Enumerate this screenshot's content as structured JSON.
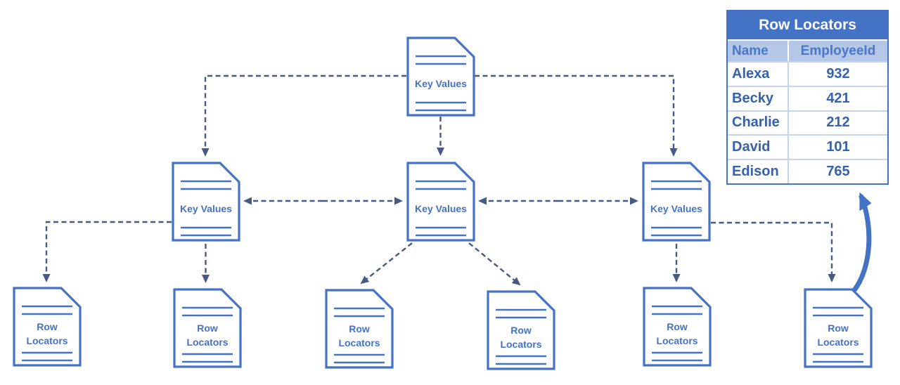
{
  "labels": {
    "key_values": "Key Values",
    "row_locators": "Row Locators"
  },
  "table": {
    "title": "Row Locators",
    "columns": [
      "Name",
      "EmployeeId"
    ],
    "rows": [
      [
        "Alexa",
        "932"
      ],
      [
        "Becky",
        "421"
      ],
      [
        "Charlie",
        "212"
      ],
      [
        "David",
        "101"
      ],
      [
        "Edison",
        "765"
      ]
    ]
  },
  "colors": {
    "shape_outline": "#4472C4",
    "shape_text": "#4472C4",
    "connector_dash": "#465A85",
    "curved_arrow": "#4472C4",
    "table_title_bg": "#4472C4",
    "table_title_text": "#FFFFFF",
    "table_header_bg": "#B4C7E7",
    "table_header_text": "#4A77C9",
    "table_data_text": "#3661AD",
    "table_grid": "#C7D3EA"
  }
}
